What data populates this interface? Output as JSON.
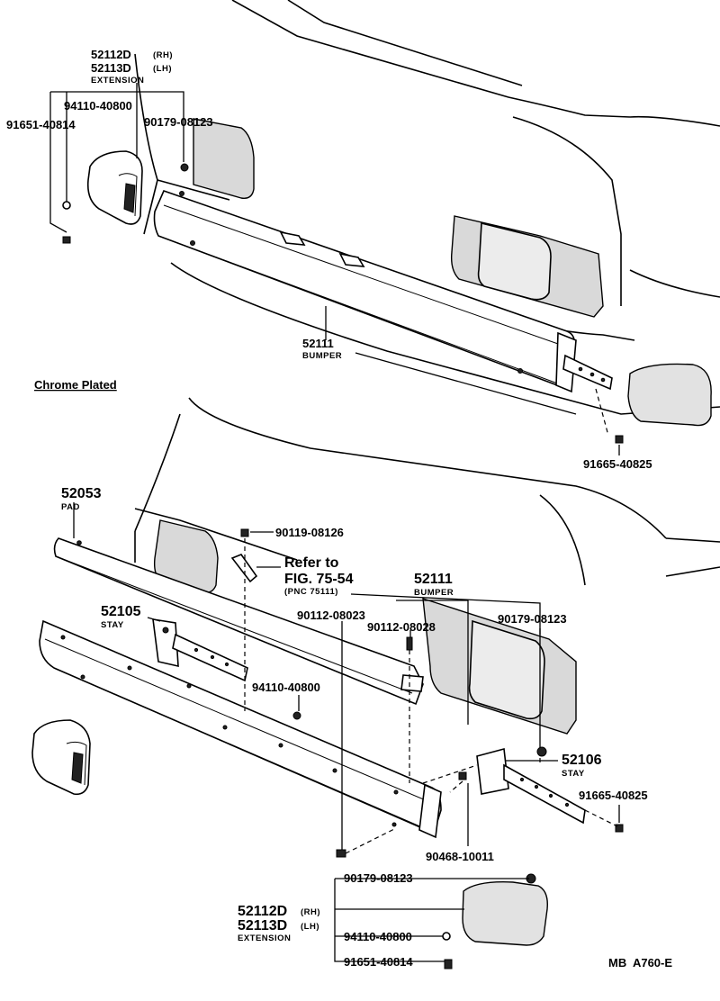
{
  "labels": {
    "top_ext_rh": "52112D",
    "top_ext_rh_side": "(RH)",
    "top_ext_lh": "52113D",
    "top_ext_lh_side": "(LH)",
    "top_ext_name": "EXTENSION",
    "top_94110": "94110-40800",
    "top_91651": "91651-40814",
    "top_90179": "90179-08123",
    "top_bumper_pn": "52111",
    "top_bumper_name": "BUMPER",
    "chrome_caption": "Chrome Plated",
    "top_91665": "91665-40825",
    "pad_pn": "52053",
    "pad_name": "PAD",
    "bolt_90119": "90119-08126",
    "refer_line1": "Refer to",
    "refer_line2": "FIG. 75-54",
    "refer_line3": "(PNC 75111)",
    "bottom_bumper_pn": "52111",
    "bottom_bumper_name": "BUMPER",
    "stay_left_pn": "52105",
    "stay_left_name": "STAY",
    "bolt_90112_a": "90112-08023",
    "bolt_90112_b": "90112-08028",
    "nut_90179_mid": "90179-08123",
    "nut_94110_mid": "94110-40800",
    "stay_right_pn": "52106",
    "stay_right_name": "STAY",
    "bolt_91665_bot": "91665-40825",
    "clip_90468": "90468-10011",
    "bot_90179": "90179-08123",
    "bot_ext_rh": "52112D",
    "bot_ext_rh_side": "(RH)",
    "bot_ext_lh": "52113D",
    "bot_ext_lh_side": "(LH)",
    "bot_ext_name": "EXTENSION",
    "bot_94110": "94110-40800",
    "bot_91651": "91651-40814",
    "figure_code": "MB  A760-E"
  }
}
